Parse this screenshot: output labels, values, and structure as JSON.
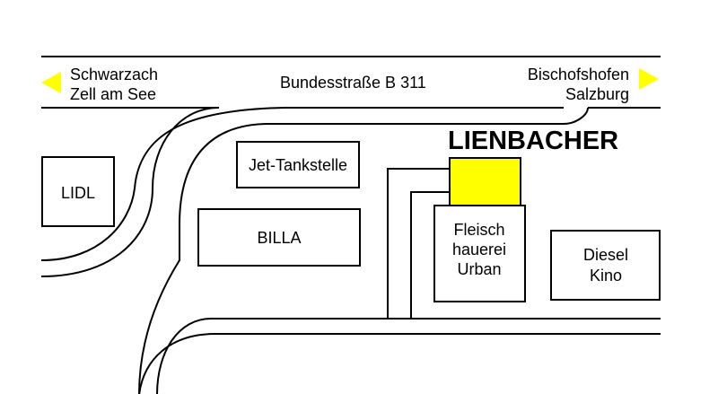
{
  "road": {
    "name": "Bundesstraße B 311",
    "left_destinations": [
      "Schwarzach",
      "Zell am See"
    ],
    "right_destinations": [
      "Bischofshofen",
      "Salzburg"
    ]
  },
  "highlight": {
    "label": "LIENBACHER",
    "color": "#ffff00"
  },
  "arrow_color": "#ffff00",
  "buildings": {
    "lidl": "LIDL",
    "jet": "Jet-Tankstelle",
    "billa": "BILLA",
    "fleisch": [
      "Fleisch",
      "hauerei",
      "Urban"
    ],
    "diesel": [
      "Diesel",
      "Kino"
    ]
  }
}
